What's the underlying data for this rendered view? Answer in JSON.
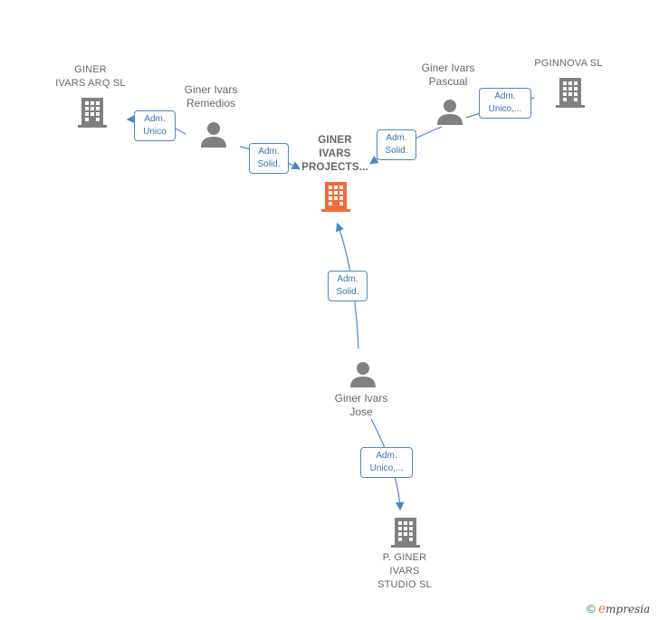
{
  "nodes": {
    "center": {
      "label": "GINER\nIVARS\nPROJECTS...",
      "color": "#f26a3d"
    },
    "giner_ivars_arq": {
      "label": "GINER\nIVARS ARQ  SL",
      "color": "#808080"
    },
    "pginnova": {
      "label": "PGINNOVA  SL",
      "color": "#808080"
    },
    "p_giner_studio": {
      "label": "P.  GINER\nIVARS\nSTUDIO  SL",
      "color": "#808080"
    },
    "remedios": {
      "label": "Giner Ivars\nRemedios"
    },
    "pascual": {
      "label": "Giner Ivars\nPascual"
    },
    "jose": {
      "label": "Giner Ivars\nJose"
    }
  },
  "edges": {
    "remedios_arq": "Adm.\nUnico",
    "remedios_center": "Adm.\nSolid.",
    "pascual_center": "Adm.\nSolid.",
    "pascual_pginnova": "Adm.\nUnico,...",
    "jose_center": "Adm.\nSolid.",
    "jose_studio": "Adm.\nUnico,..."
  },
  "colors": {
    "edge": "#4a86c8",
    "person": "#808080"
  },
  "footer": {
    "copyright": "©",
    "e": "e",
    "brand": "mpresia"
  }
}
